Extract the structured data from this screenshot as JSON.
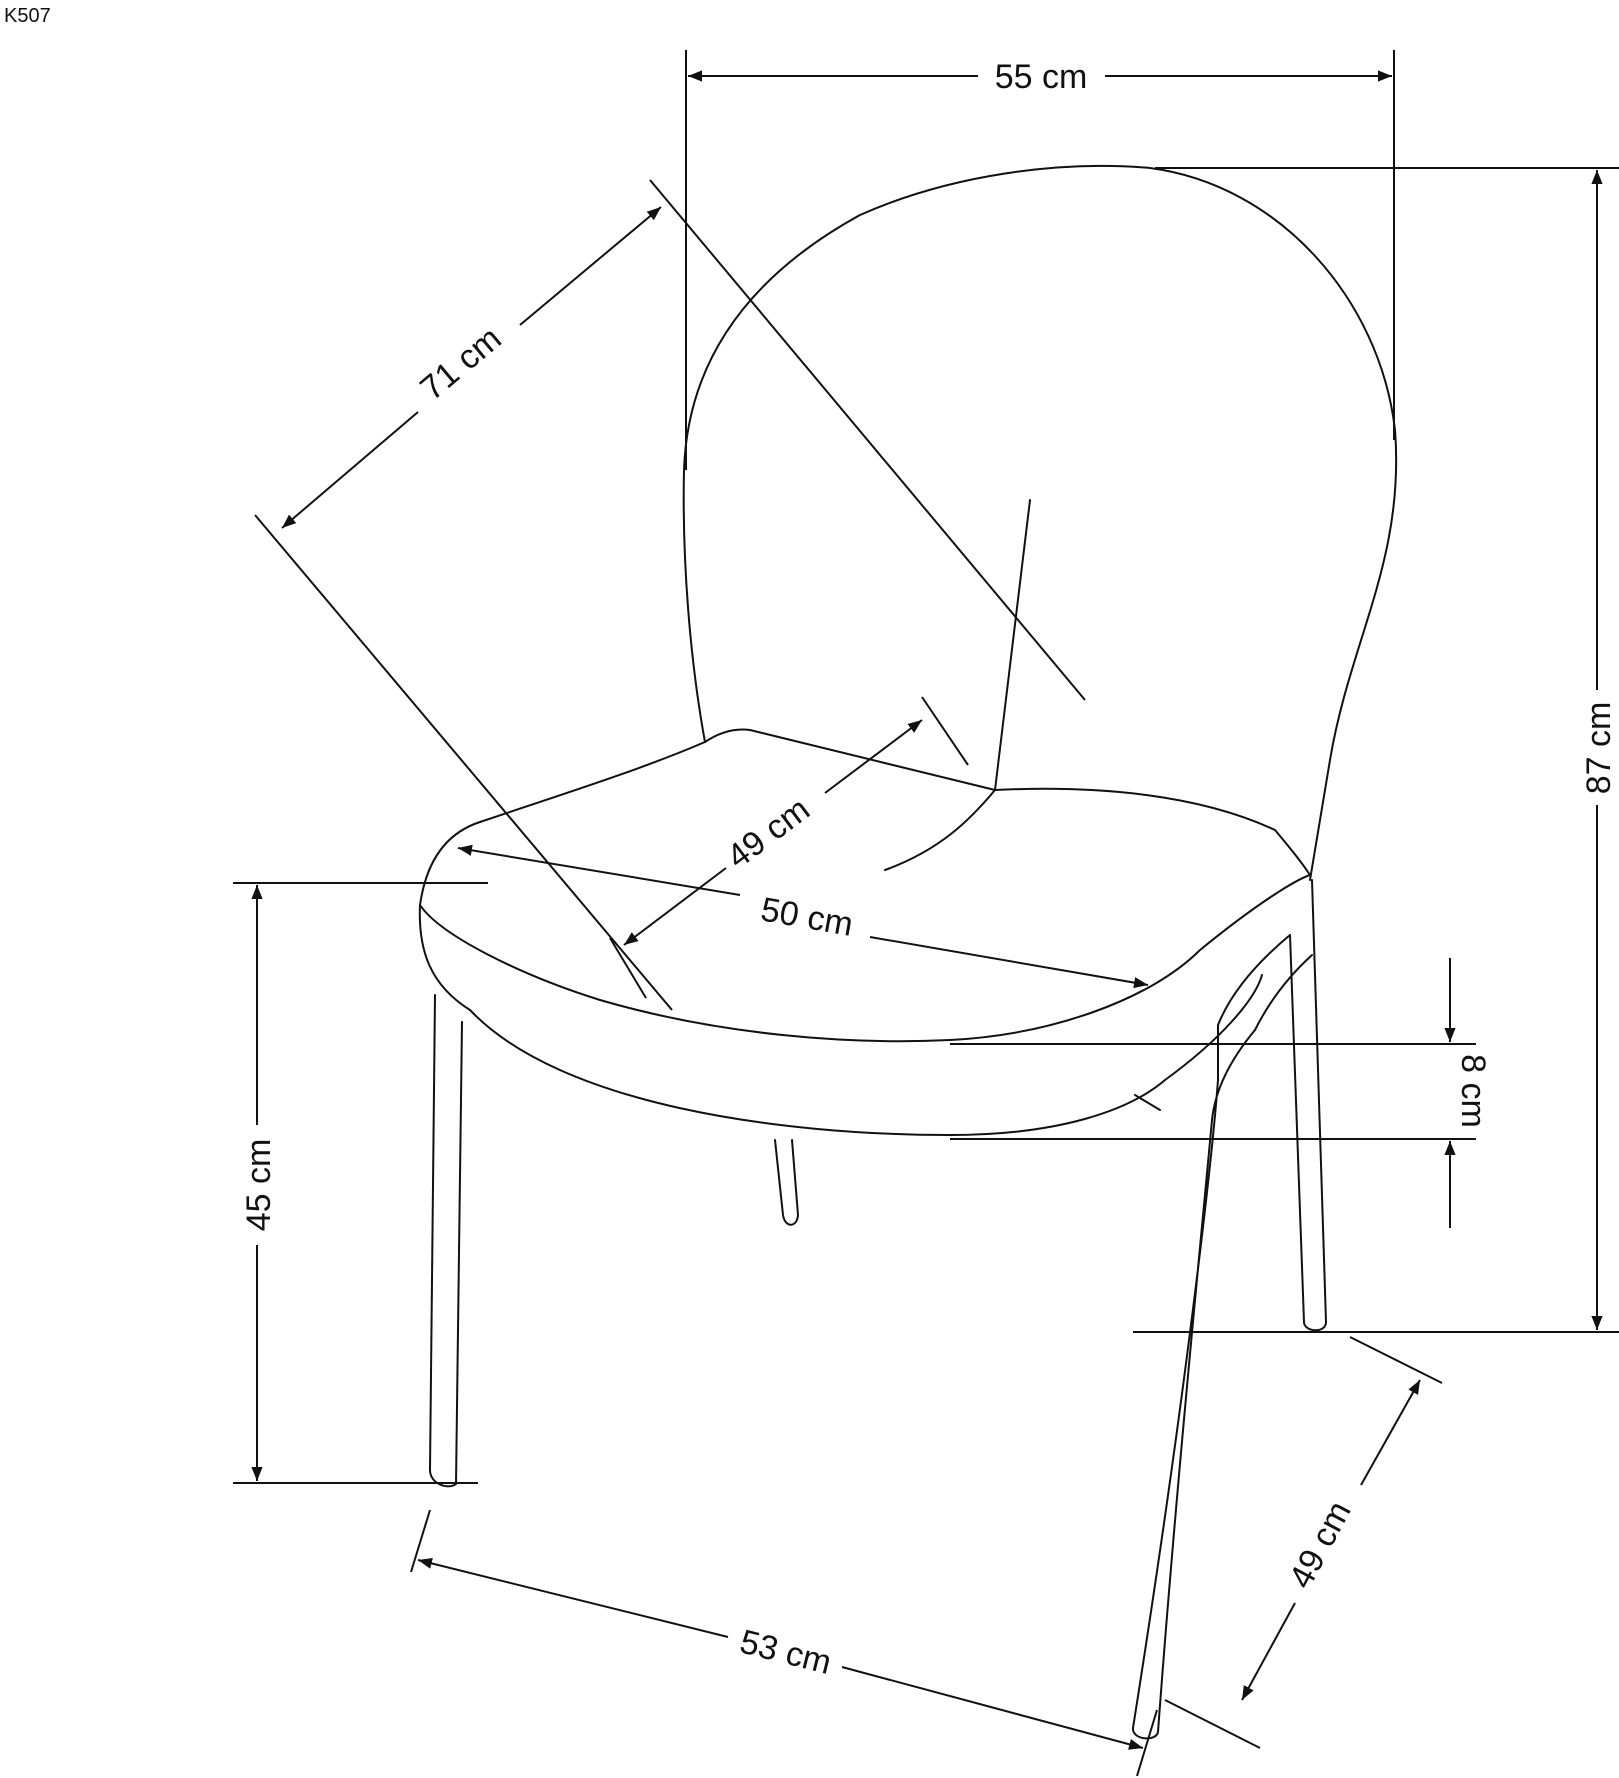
{
  "model": "K507",
  "colors": {
    "line": "#111111",
    "background": "#ffffff"
  },
  "dimensions": {
    "width_top": "55 cm",
    "backrest_diagonal": "71 cm",
    "height_total": "87 cm",
    "seat_depth": "49 cm",
    "seat_width": "50 cm",
    "seat_thickness": "8 cm",
    "seat_height": "45 cm",
    "base_width": "53 cm",
    "base_depth": "49 cm"
  }
}
